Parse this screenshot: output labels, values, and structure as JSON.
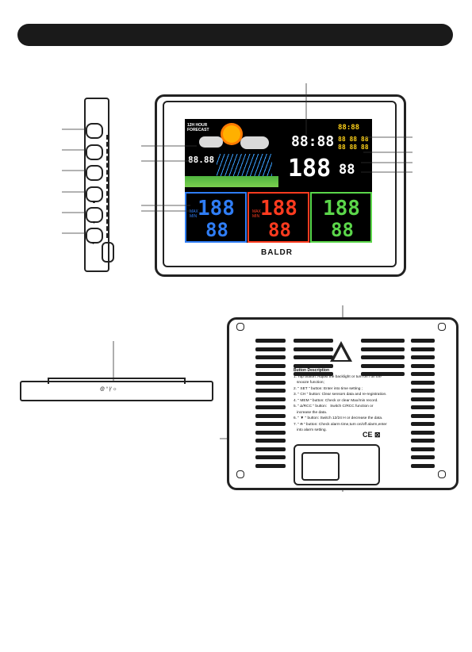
{
  "screen": {
    "forecast_label": "12H HOUR\nFORECAST",
    "pressure": "88.88",
    "clock": "88:88",
    "date_top": "88:88",
    "date_mid": "88 88 88",
    "date_bot": "88 88 88",
    "main_temp": "188",
    "main_hum": "88",
    "ch1_temp": "188",
    "ch1_hum": "88",
    "ch2_temp": "188",
    "ch2_hum": "88",
    "ch3_temp": "188",
    "ch3_hum": "88",
    "max_min": "MAX\nMIN",
    "brand": "BALDR",
    "colors": {
      "blue": "#2f7df5",
      "red": "#ff3b1f",
      "green": "#5bd64a",
      "yellow": "#ffd21a",
      "cloud": "#d9d9d9",
      "sun": "#ffb000"
    }
  },
  "bottom": {
    "label": "@ ° |⁄ ☼"
  },
  "description": {
    "heading": "Button Description",
    "lines": [
      "1. Top button: Adjust the backlight or turn on / off the",
      "   snooze function;",
      "2. \" SET \" button: Enter into time setting ;",
      "3. \" CH \" button: Clear sensors data and re-registration.",
      "4. \" MEM \" button: Check or clear Max/min record.",
      "5. \" Δ/RCC \" button:   Switch C/RCC function or",
      "   increase the data.",
      "6. \" ▼ \" button: Switch 12/24 H or decrease the data.",
      "7. \" ⍾ \" button: Check alarm time,turn on/off alarm,enter",
      "   into alarm setting."
    ],
    "marks": "CE ⊠"
  }
}
